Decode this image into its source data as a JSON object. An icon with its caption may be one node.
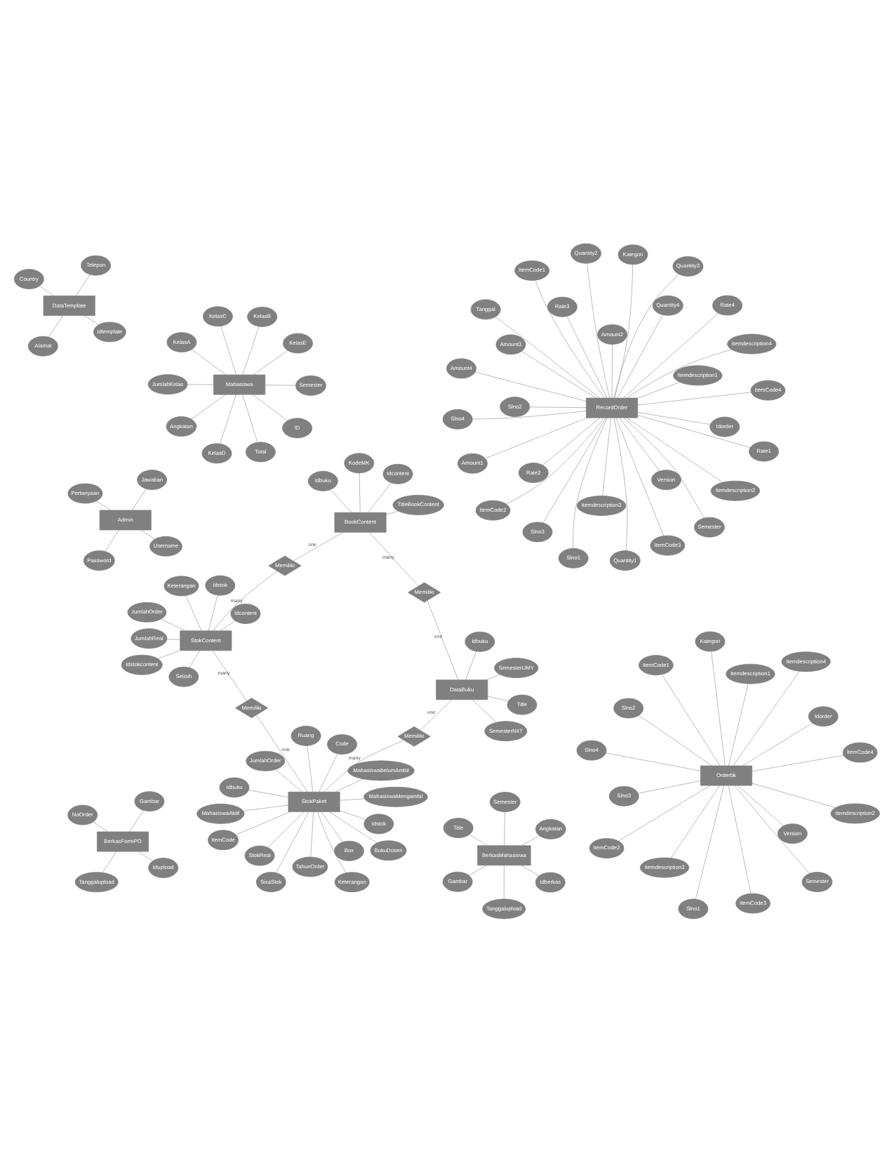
{
  "diagram": {
    "nodes": [
      {
        "text": [
          "StokPaket"
        ]
      },
      {
        "text": [
          "Idstok"
        ]
      },
      {
        "text": [
          "SisaStok"
        ]
      },
      {
        "text": [
          "JumlahOrder"
        ]
      },
      {
        "text": [
          "Code"
        ]
      },
      {
        "text": [
          "Idbuku"
        ]
      },
      {
        "text": [
          "ItemCode"
        ]
      },
      {
        "text": [
          "BukuDosen"
        ]
      },
      {
        "text": [
          "StokReal"
        ]
      },
      {
        "text": [
          "Keterangan"
        ]
      },
      {
        "text": [
          "TahunOrder"
        ]
      },
      {
        "text": [
          "MahasiswaAktif"
        ]
      },
      {
        "text": [
          "MahasiswaMengambil"
        ]
      },
      {
        "text": [
          "MahasiswabelumAmbil"
        ]
      },
      {
        "text": [
          "Ruang"
        ]
      },
      {
        "text": [
          "Box"
        ]
      },
      {
        "text": [
          "Mahasiswa"
        ]
      },
      {
        "text": [
          "KelasE"
        ]
      },
      {
        "text": [
          "KelasD"
        ]
      },
      {
        "text": [
          "KelasC"
        ]
      },
      {
        "text": [
          "KelasB"
        ]
      },
      {
        "text": [
          "KelasA"
        ]
      },
      {
        "text": [
          "JumlahKelas"
        ]
      },
      {
        "text": [
          "Semester"
        ]
      },
      {
        "text": [
          "Angkatan"
        ]
      },
      {
        "text": [
          "ID"
        ]
      },
      {
        "text": [
          "Total"
        ]
      },
      {
        "text": [
          "Memiliki"
        ]
      },
      {
        "text": [
          "Memiliki"
        ]
      },
      {
        "text": [
          "StokContent"
        ]
      },
      {
        "text": [
          "JumlahOrder"
        ]
      },
      {
        "text": [
          "JumlahReal"
        ]
      },
      {
        "text": [
          "Idstokcontent"
        ]
      },
      {
        "text": [
          "Idstok"
        ]
      },
      {
        "text": [
          "Idcontent"
        ]
      },
      {
        "text": [
          "Keterangan"
        ]
      },
      {
        "text": [
          "Selisih"
        ]
      },
      {
        "text": [
          "DataBuku"
        ]
      },
      {
        "text": [
          "Idbuku"
        ]
      },
      {
        "text": [
          "SemesterNIIT"
        ]
      },
      {
        "text": [
          "Title"
        ]
      },
      {
        "text": [
          "SemesterUMY"
        ]
      },
      {
        "text": [
          "Memiliki"
        ]
      },
      {
        "text": [
          "Memiliki"
        ]
      },
      {
        "text": [
          "Admin"
        ]
      },
      {
        "text": [
          "Username"
        ]
      },
      {
        "text": [
          "Password"
        ]
      },
      {
        "text": [
          "Pertanyaan"
        ]
      },
      {
        "text": [
          "Jawaban"
        ]
      },
      {
        "text": [
          "BookContent"
        ]
      },
      {
        "text": [
          "Idcontent"
        ]
      },
      {
        "text": [
          "TitleBookContent"
        ]
      },
      {
        "text": [
          "KodeMK"
        ]
      },
      {
        "text": [
          "Idbuku"
        ]
      },
      {
        "text": [
          "Orderbk"
        ]
      },
      {
        "text": [
          "Idorder"
        ]
      },
      {
        "text": [
          "Slno1"
        ]
      },
      {
        "text": [
          "ItemCode1"
        ]
      },
      {
        "text": [
          "Itemdescription1"
        ]
      },
      {
        "text": [
          "Slno2"
        ]
      },
      {
        "text": [
          "ItemCode2"
        ]
      },
      {
        "text": [
          "Itemdescription2"
        ]
      },
      {
        "text": [
          "Slno3"
        ]
      },
      {
        "text": [
          "ItemCode3"
        ]
      },
      {
        "text": [
          "Itemdescription3"
        ]
      },
      {
        "text": [
          "Slno4"
        ]
      },
      {
        "text": [
          "ItemCode4"
        ]
      },
      {
        "text": [
          "Itemdescription4"
        ]
      },
      {
        "text": [
          "Kategori"
        ]
      },
      {
        "text": [
          "Version"
        ]
      },
      {
        "text": [
          "Semester"
        ]
      },
      {
        "text": [
          "RecordOrder"
        ]
      },
      {
        "text": [
          "Idorder"
        ]
      },
      {
        "text": [
          "Slno1"
        ]
      },
      {
        "text": [
          "ItemCode1"
        ]
      },
      {
        "text": [
          "Itemdescription1"
        ]
      },
      {
        "text": [
          "Slno2"
        ]
      },
      {
        "text": [
          "ItemCode2"
        ]
      },
      {
        "text": [
          "Itemdescription2"
        ]
      },
      {
        "text": [
          "Slno3"
        ]
      },
      {
        "text": [
          "ItemCode3"
        ]
      },
      {
        "text": [
          "Itemdescription3"
        ]
      },
      {
        "text": [
          "Slno4"
        ]
      },
      {
        "text": [
          "ItemCode4"
        ]
      },
      {
        "text": [
          "Itemdescription4"
        ]
      },
      {
        "text": [
          "Kategori"
        ]
      },
      {
        "text": [
          "Version"
        ]
      },
      {
        "text": [
          "Semester"
        ]
      },
      {
        "text": [
          "Tanggal"
        ]
      },
      {
        "text": [
          "Amount4"
        ]
      },
      {
        "text": [
          "Amount3"
        ]
      },
      {
        "text": [
          "Amount2"
        ]
      },
      {
        "text": [
          "Amount1"
        ]
      },
      {
        "text": [
          "Quantity4"
        ]
      },
      {
        "text": [
          "Quantity3"
        ]
      },
      {
        "text": [
          "Quantity2"
        ]
      },
      {
        "text": [
          "Quantity1"
        ]
      },
      {
        "text": [
          "Rate4"
        ]
      },
      {
        "text": [
          "Rate3"
        ]
      },
      {
        "text": [
          "Rate2"
        ]
      },
      {
        "text": [
          "Rate1"
        ]
      },
      {
        "text": [
          "BerkasFormPO"
        ]
      },
      {
        "text": [
          "Idupload"
        ]
      },
      {
        "text": [
          "Tanggalupload"
        ]
      },
      {
        "text": [
          "NoOrder"
        ]
      },
      {
        "text": [
          "Gambar"
        ]
      },
      {
        "text": [
          "BerkasMahasiswa"
        ]
      },
      {
        "text": [
          "Idberkas"
        ]
      },
      {
        "text": [
          "Tanggalupload"
        ]
      },
      {
        "text": [
          "Title"
        ]
      },
      {
        "text": [
          "Angkatan"
        ]
      },
      {
        "text": [
          "Semester"
        ]
      },
      {
        "text": [
          "Gambar"
        ]
      },
      {
        "text": [
          "DataTemplate"
        ]
      },
      {
        "text": [
          "Idtemplate"
        ]
      },
      {
        "text": [
          "Alamat"
        ]
      },
      {
        "text": [
          "Country"
        ]
      },
      {
        "text": [
          "Telepon"
        ]
      }
    ],
    "edges": [
      {
        "from": 0,
        "to": 1,
        "arrow": "none"
      },
      {
        "from": 0,
        "to": 2,
        "arrow": "none"
      },
      {
        "from": 0,
        "to": 3,
        "arrow": "none"
      },
      {
        "from": 0,
        "to": 4,
        "arrow": "none"
      },
      {
        "from": 0,
        "to": 5,
        "arrow": "none"
      },
      {
        "from": 0,
        "to": 6,
        "arrow": "none"
      },
      {
        "from": 0,
        "to": 7,
        "arrow": "none"
      },
      {
        "from": 0,
        "to": 8,
        "arrow": "none"
      },
      {
        "from": 0,
        "to": 9,
        "arrow": "none"
      },
      {
        "from": 0,
        "to": 10,
        "arrow": "none"
      },
      {
        "from": 0,
        "to": 11,
        "arrow": "none"
      },
      {
        "from": 0,
        "to": 12,
        "arrow": "none"
      },
      {
        "from": 0,
        "to": 13,
        "arrow": "none"
      },
      {
        "from": 0,
        "to": 14,
        "arrow": "none"
      },
      {
        "from": 0,
        "to": 15,
        "arrow": "none"
      },
      {
        "from": 16,
        "to": 17,
        "arrow": "none"
      },
      {
        "from": 16,
        "to": 18,
        "arrow": "none"
      },
      {
        "from": 16,
        "to": 19,
        "arrow": "none"
      },
      {
        "from": 16,
        "to": 20,
        "arrow": "none"
      },
      {
        "from": 16,
        "to": 21,
        "arrow": "none"
      },
      {
        "from": 16,
        "to": 22,
        "arrow": "none"
      },
      {
        "from": 16,
        "to": 23,
        "arrow": "none"
      },
      {
        "from": 16,
        "to": 24,
        "arrow": "none"
      },
      {
        "from": 16,
        "to": 25,
        "arrow": "none"
      },
      {
        "from": 16,
        "to": 26,
        "arrow": "none"
      },
      {
        "from": 0,
        "to": 27,
        "arrow": "none",
        "label": "many"
      },
      {
        "from": 27,
        "to": 37,
        "arrow": "none",
        "label": "one"
      },
      {
        "from": 0,
        "to": 28,
        "arrow": "none",
        "label": "one"
      },
      {
        "from": 28,
        "to": 29,
        "arrow": "none",
        "label": "many"
      },
      {
        "from": 29,
        "to": 30,
        "arrow": "none"
      },
      {
        "from": 29,
        "to": 31,
        "arrow": "none"
      },
      {
        "from": 29,
        "to": 32,
        "arrow": "none"
      },
      {
        "from": 29,
        "to": 33,
        "arrow": "none"
      },
      {
        "from": 29,
        "to": 34,
        "arrow": "none"
      },
      {
        "from": 29,
        "to": 35,
        "arrow": "none"
      },
      {
        "from": 29,
        "to": 36,
        "arrow": "none"
      },
      {
        "from": 37,
        "to": 38,
        "arrow": "none"
      },
      {
        "from": 37,
        "to": 39,
        "arrow": "none"
      },
      {
        "from": 37,
        "to": 40,
        "arrow": "none"
      },
      {
        "from": 37,
        "to": 41,
        "arrow": "none"
      },
      {
        "from": 37,
        "to": 42,
        "arrow": "none",
        "label": "one"
      },
      {
        "from": 42,
        "to": 49,
        "arrow": "none",
        "label": "many"
      },
      {
        "from": 49,
        "to": 43,
        "arrow": "none",
        "label": "one"
      },
      {
        "from": 43,
        "to": 29,
        "arrow": "none",
        "label": "many"
      },
      {
        "from": 44,
        "to": 45,
        "arrow": "none"
      },
      {
        "from": 44,
        "to": 46,
        "arrow": "none"
      },
      {
        "from": 44,
        "to": 47,
        "arrow": "none"
      },
      {
        "from": 44,
        "to": 48,
        "arrow": "none"
      },
      {
        "from": 49,
        "to": 50,
        "arrow": "none"
      },
      {
        "from": 49,
        "to": 51,
        "arrow": "none"
      },
      {
        "from": 49,
        "to": 52,
        "arrow": "none"
      },
      {
        "from": 49,
        "to": 53,
        "arrow": "none"
      },
      {
        "from": 54,
        "to": 55,
        "arrow": "none"
      },
      {
        "from": 54,
        "to": 56,
        "arrow": "none"
      },
      {
        "from": 54,
        "to": 57,
        "arrow": "none"
      },
      {
        "from": 54,
        "to": 58,
        "arrow": "none"
      },
      {
        "from": 54,
        "to": 59,
        "arrow": "none"
      },
      {
        "from": 54,
        "to": 60,
        "arrow": "none"
      },
      {
        "from": 54,
        "to": 61,
        "arrow": "none"
      },
      {
        "from": 54,
        "to": 62,
        "arrow": "none"
      },
      {
        "from": 54,
        "to": 63,
        "arrow": "none"
      },
      {
        "from": 54,
        "to": 64,
        "arrow": "none"
      },
      {
        "from": 54,
        "to": 65,
        "arrow": "none"
      },
      {
        "from": 54,
        "to": 66,
        "arrow": "none"
      },
      {
        "from": 54,
        "to": 67,
        "arrow": "none"
      },
      {
        "from": 54,
        "to": 68,
        "arrow": "none"
      },
      {
        "from": 54,
        "to": 69,
        "arrow": "none"
      },
      {
        "from": 54,
        "to": 70,
        "arrow": "none"
      },
      {
        "from": 71,
        "to": 72,
        "arrow": "none"
      },
      {
        "from": 71,
        "to": 73,
        "arrow": "none"
      },
      {
        "from": 71,
        "to": 74,
        "arrow": "none"
      },
      {
        "from": 71,
        "to": 75,
        "arrow": "none"
      },
      {
        "from": 71,
        "to": 76,
        "arrow": "none"
      },
      {
        "from": 71,
        "to": 77,
        "arrow": "none"
      },
      {
        "from": 71,
        "to": 78,
        "arrow": "none"
      },
      {
        "from": 71,
        "to": 79,
        "arrow": "none"
      },
      {
        "from": 71,
        "to": 80,
        "arrow": "none"
      },
      {
        "from": 71,
        "to": 81,
        "arrow": "none"
      },
      {
        "from": 71,
        "to": 82,
        "arrow": "none"
      },
      {
        "from": 71,
        "to": 83,
        "arrow": "none"
      },
      {
        "from": 71,
        "to": 84,
        "arrow": "none"
      },
      {
        "from": 71,
        "to": 85,
        "arrow": "none"
      },
      {
        "from": 71,
        "to": 86,
        "arrow": "none"
      },
      {
        "from": 71,
        "to": 87,
        "arrow": "none"
      },
      {
        "from": 71,
        "to": 88,
        "arrow": "none"
      },
      {
        "from": 71,
        "to": 89,
        "arrow": "none"
      },
      {
        "from": 71,
        "to": 90,
        "arrow": "none"
      },
      {
        "from": 71,
        "to": 91,
        "arrow": "none"
      },
      {
        "from": 71,
        "to": 92,
        "arrow": "none"
      },
      {
        "from": 71,
        "to": 93,
        "arrow": "none"
      },
      {
        "from": 71,
        "to": 94,
        "arrow": "none"
      },
      {
        "from": 71,
        "to": 95,
        "arrow": "none"
      },
      {
        "from": 71,
        "to": 96,
        "arrow": "none"
      },
      {
        "from": 71,
        "to": 97,
        "arrow": "none"
      },
      {
        "from": 71,
        "to": 98,
        "arrow": "none"
      },
      {
        "from": 71,
        "to": 99,
        "arrow": "none"
      },
      {
        "from": 71,
        "to": 100,
        "arrow": "none"
      },
      {
        "from": 101,
        "to": 102,
        "arrow": "none"
      },
      {
        "from": 101,
        "to": 103,
        "arrow": "none"
      },
      {
        "from": 101,
        "to": 104,
        "arrow": "none"
      },
      {
        "from": 101,
        "to": 105,
        "arrow": "none"
      },
      {
        "from": 106,
        "to": 107,
        "arrow": "none"
      },
      {
        "from": 106,
        "to": 108,
        "arrow": "none"
      },
      {
        "from": 106,
        "to": 109,
        "arrow": "none"
      },
      {
        "from": 106,
        "to": 110,
        "arrow": "none"
      },
      {
        "from": 106,
        "to": 111,
        "arrow": "none"
      },
      {
        "from": 106,
        "to": 112,
        "arrow": "none"
      },
      {
        "from": 113,
        "to": 114,
        "arrow": "none"
      },
      {
        "from": 113,
        "to": 115,
        "arrow": "none"
      },
      {
        "from": 113,
        "to": 116,
        "arrow": "none"
      },
      {
        "from": 113,
        "to": 117,
        "arrow": "none"
      }
    ]
  }
}
